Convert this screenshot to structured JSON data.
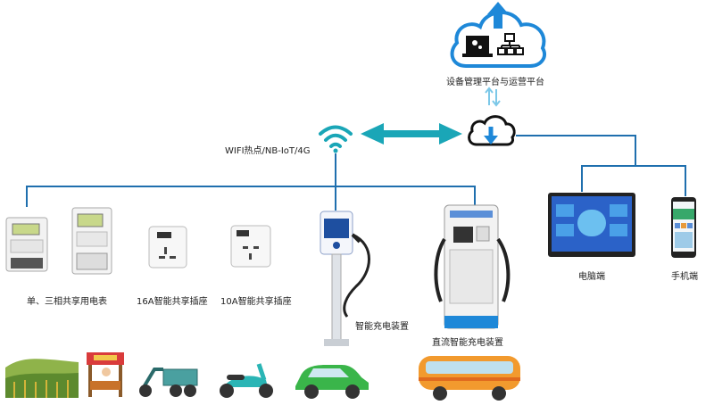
{
  "labels": {
    "platform": "设备管理平台与运营平台",
    "wifi": "WIFI热点/NB-IoT/4G",
    "meter": "单、三相共享用电表",
    "socket16": "16A智能共享插座",
    "socket10": "10A智能共享插座",
    "charger": "智能充电装置",
    "dc_charger": "直流智能充电装置",
    "pc": "电脑端",
    "phone": "手机端"
  },
  "colors": {
    "line_blue": "#1f6fae",
    "teal": "#1aa6b7",
    "cloud_blue": "#1e88d8",
    "arrow_light": "#7cc8e8"
  }
}
